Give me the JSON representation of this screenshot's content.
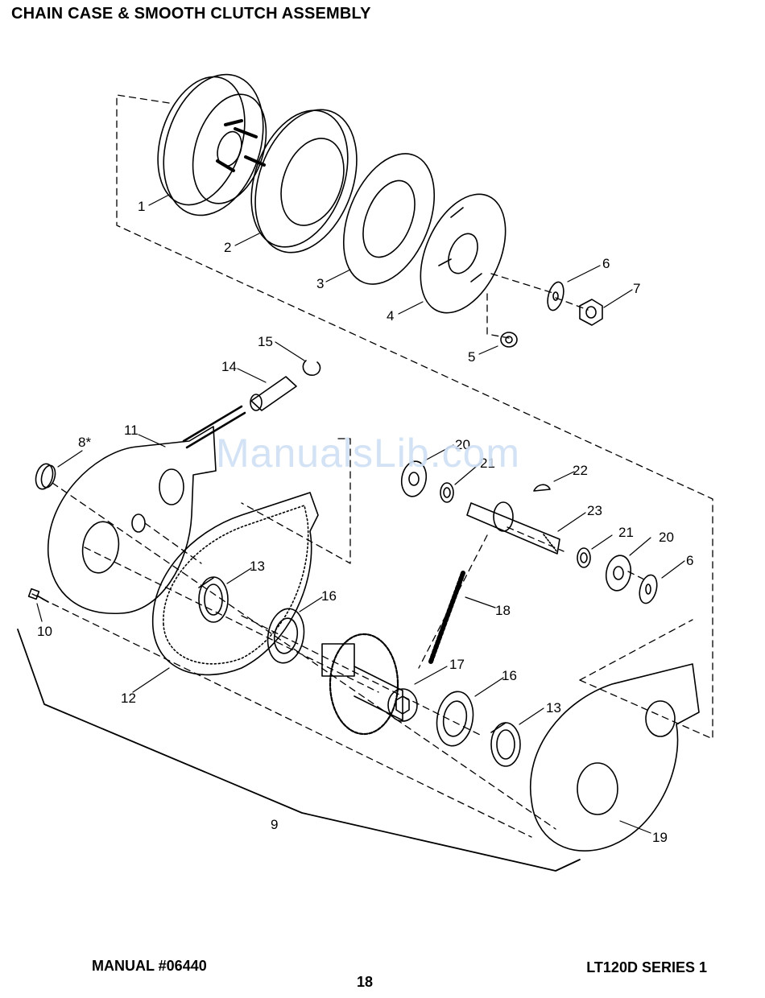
{
  "header": {
    "title": "CHAIN CASE & SMOOTH CLUTCH ASSEMBLY"
  },
  "watermark": "ManualsLib.com",
  "footer": {
    "manual": "MANUAL #06440",
    "page_number": "18",
    "series": "LT120D SERIES 1"
  },
  "callouts": [
    {
      "id": "c1",
      "label": "1"
    },
    {
      "id": "c2",
      "label": "2"
    },
    {
      "id": "c3",
      "label": "3"
    },
    {
      "id": "c4",
      "label": "4"
    },
    {
      "id": "c5",
      "label": "5"
    },
    {
      "id": "c6a",
      "label": "6"
    },
    {
      "id": "c7",
      "label": "7"
    },
    {
      "id": "c8",
      "label": "8*"
    },
    {
      "id": "c9",
      "label": "9"
    },
    {
      "id": "c10",
      "label": "10"
    },
    {
      "id": "c11",
      "label": "11"
    },
    {
      "id": "c12",
      "label": "12"
    },
    {
      "id": "c13a",
      "label": "13"
    },
    {
      "id": "c13b",
      "label": "13"
    },
    {
      "id": "c14",
      "label": "14"
    },
    {
      "id": "c15",
      "label": "15"
    },
    {
      "id": "c16a",
      "label": "16"
    },
    {
      "id": "c16b",
      "label": "16"
    },
    {
      "id": "c17",
      "label": "17"
    },
    {
      "id": "c18",
      "label": "18"
    },
    {
      "id": "c19",
      "label": "19"
    },
    {
      "id": "c20a",
      "label": "20"
    },
    {
      "id": "c20b",
      "label": "20"
    },
    {
      "id": "c21a",
      "label": "21"
    },
    {
      "id": "c21b",
      "label": "21"
    },
    {
      "id": "c22",
      "label": "22"
    },
    {
      "id": "c23",
      "label": "23"
    },
    {
      "id": "c6b",
      "label": "6"
    }
  ]
}
